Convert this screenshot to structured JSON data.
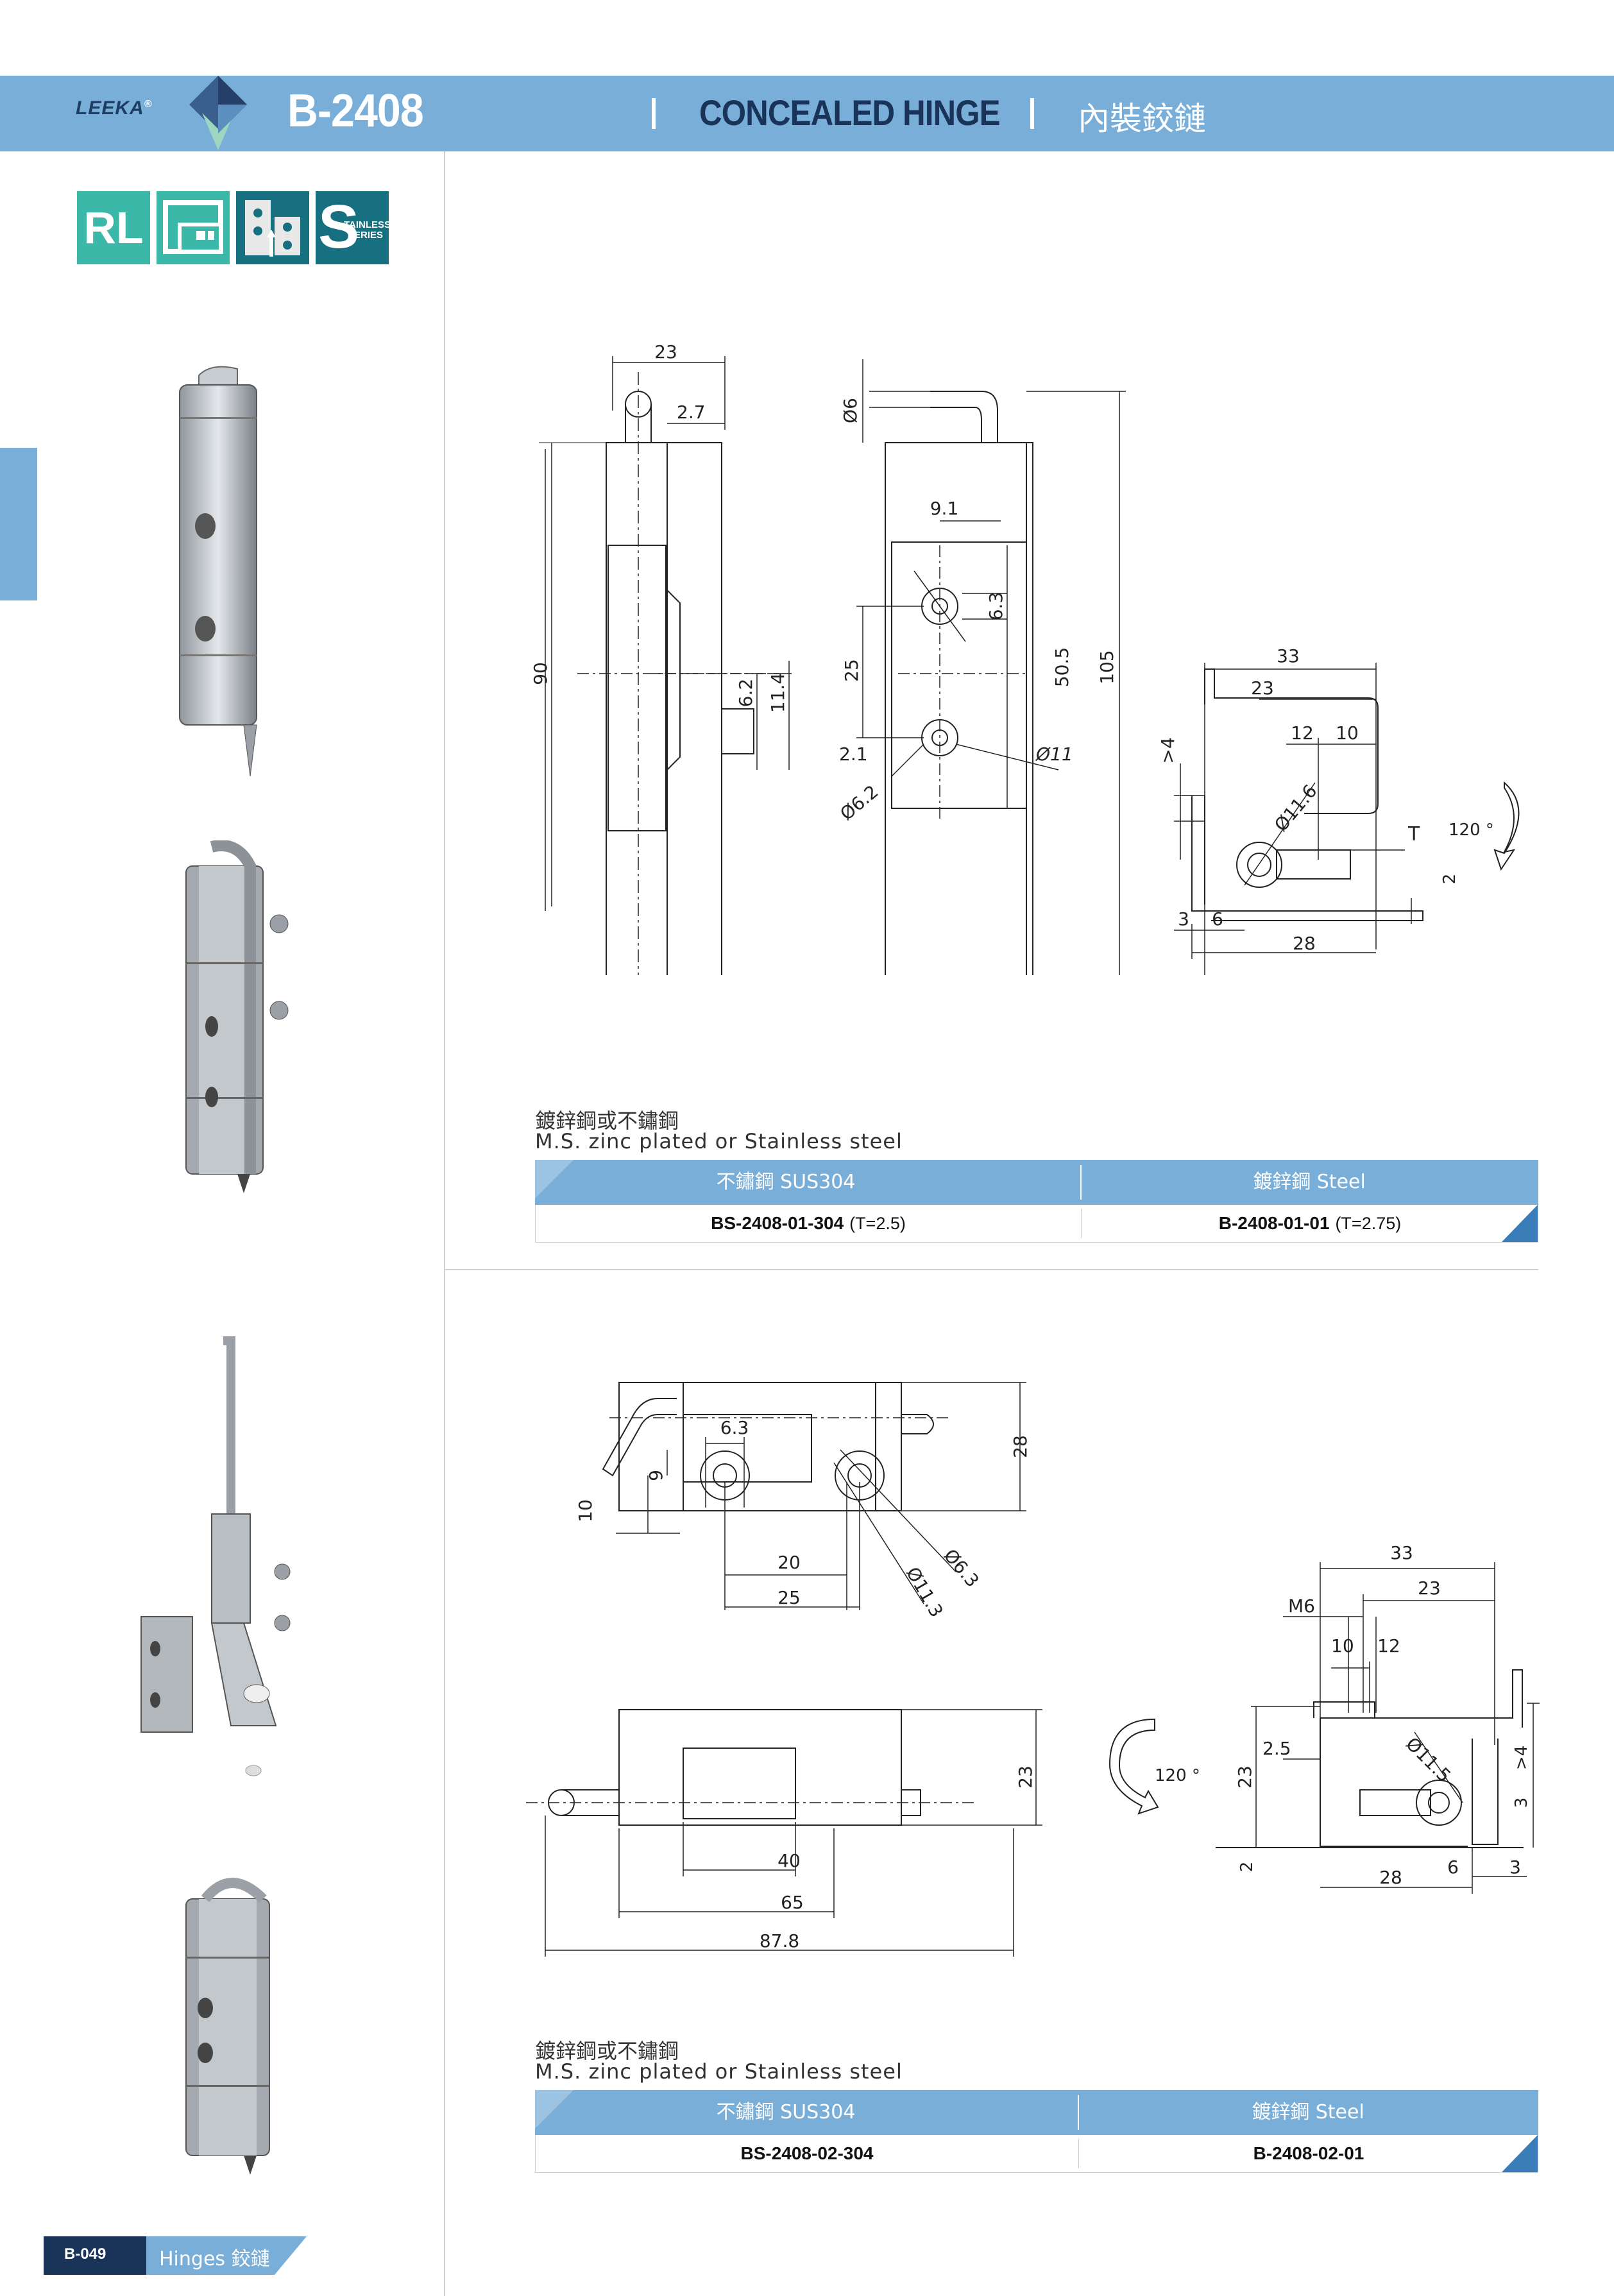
{
  "header": {
    "brand": "LEEKA",
    "brand_mark": "®",
    "model": "B-2408",
    "title_en": "CONCEALED HINGE",
    "title_zh": "內裝鉸鏈"
  },
  "features": {
    "badge_rl": "RL",
    "badge_stainless_top": "TAINLESS",
    "badge_stainless_bottom": "SERIES",
    "badge_stainless_letter": "S"
  },
  "section1": {
    "material_zh": "鍍鋅鋼或不鏽鋼",
    "material_en": "M.S. zinc plated or Stainless steel",
    "col1_header": "不鏽鋼 SUS304",
    "col2_header": "鍍鋅鋼 Steel",
    "col1_code": "BS-2408-01-304",
    "col1_note": "(T=2.5)",
    "col2_code": "B-2408-01-01",
    "col2_note": "(T=2.75)"
  },
  "section2": {
    "material_zh": "鍍鋅鋼或不鏽鋼",
    "material_en": "M.S. zinc plated or Stainless steel",
    "col1_header": "不鏽鋼 SUS304",
    "col2_header": "鍍鋅鋼 Steel",
    "col1_code": "BS-2408-02-304",
    "col2_code": "B-2408-02-01"
  },
  "drawing1": {
    "dims": [
      "23",
      "2.7",
      "90",
      "6.2",
      "11.4",
      "Ø6",
      "9.1",
      "6.3",
      "25",
      "50.5",
      "105",
      "2.1",
      "Ø6.2",
      "Ø11",
      "33",
      "23",
      "12",
      "10",
      ">4",
      "Ø11.6",
      "T",
      "120 °",
      "2",
      "3",
      "6",
      "28"
    ]
  },
  "drawing2": {
    "dims": [
      "6.3",
      "9",
      "10",
      "20",
      "25",
      "28",
      "Ø6.3",
      "Ø11.3",
      "40",
      "65",
      "87.8",
      "23",
      "120 °",
      "33",
      "23",
      "M6",
      "10",
      "12",
      "2.5",
      "23",
      "Ø11.5",
      ">4",
      "3",
      "2",
      "28",
      "6",
      "3"
    ]
  },
  "footer": {
    "page": "B-049",
    "category": "Hinges 鉸鏈"
  },
  "colors": {
    "header_blue": "#78aed8",
    "title_navy": "#1a3358",
    "badge_green": "#3cb8a8",
    "badge_teal": "#16707f"
  },
  "icons": [
    "diamond-logo-icon",
    "rl-badge-icon",
    "mounting-badge-icon",
    "hinge-badge-icon",
    "stainless-badge-icon"
  ]
}
